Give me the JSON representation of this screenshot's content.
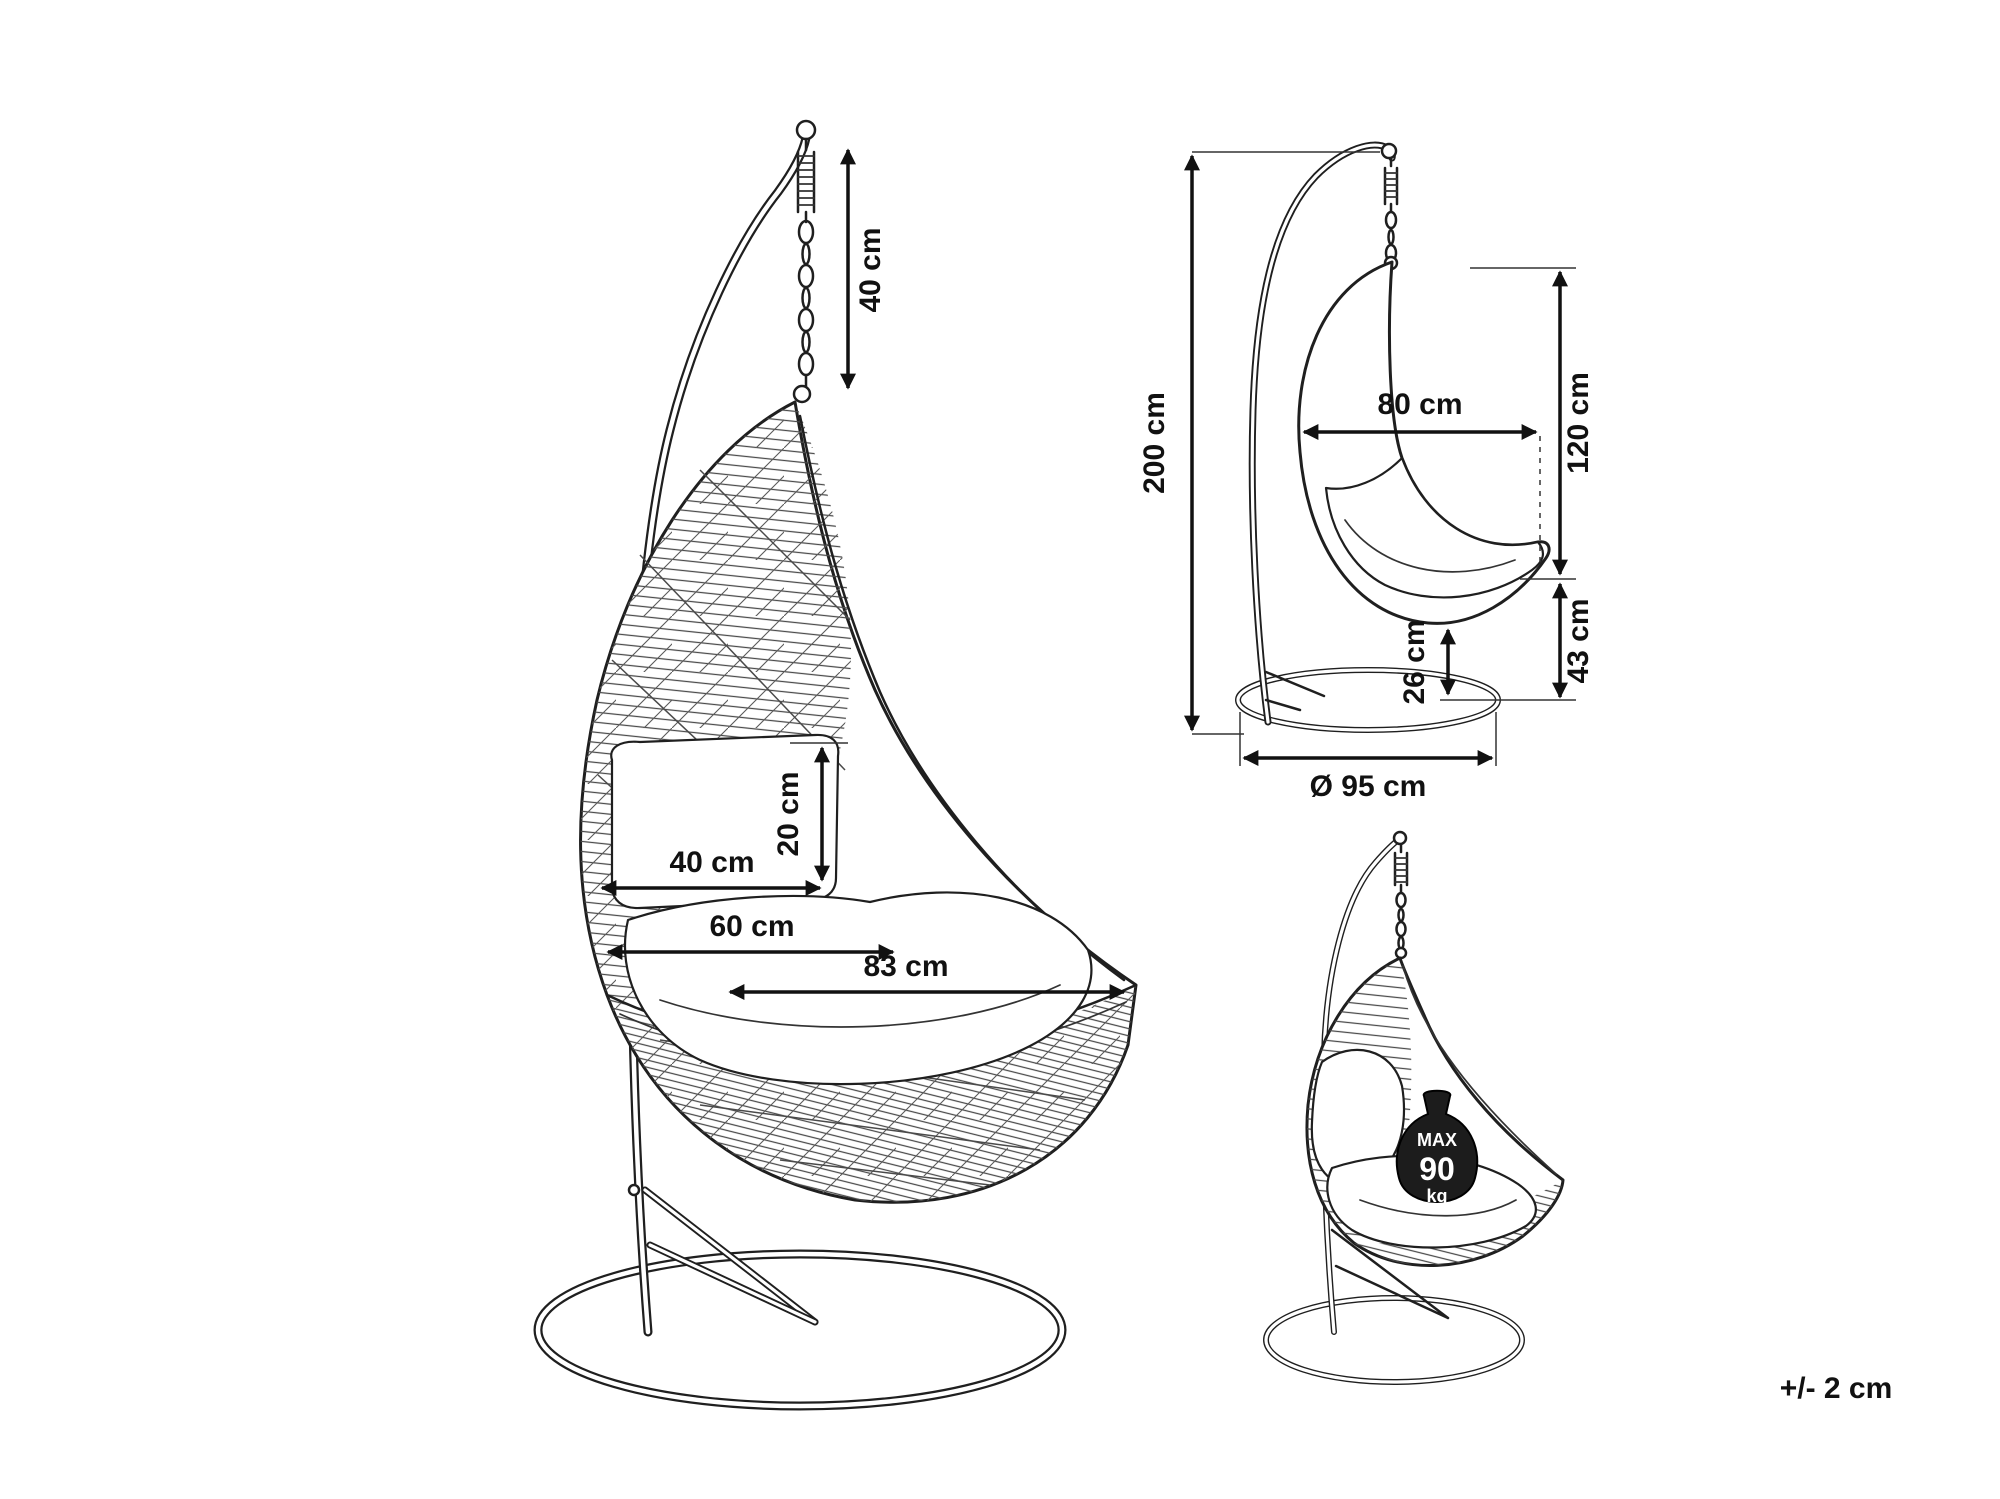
{
  "colors": {
    "ink": "#1a1a1a",
    "background": "#ffffff"
  },
  "tolerance_note": "+/- 2 cm",
  "main_view": {
    "dims": {
      "chain_length": "40 cm",
      "cushion_height": "20 cm",
      "cushion_width": "40 cm",
      "seat_width": "60 cm",
      "opening_width": "83 cm"
    }
  },
  "side_view": {
    "dims": {
      "total_height": "200 cm",
      "seat_depth": "80 cm",
      "chair_height": "120 cm",
      "ground_clearance": "43 cm",
      "seat_ground_clearance": "26 cm",
      "base_diameter": "Ø 95 cm"
    }
  },
  "load_view": {
    "max_label": "MAX",
    "max_value": "90",
    "max_unit": "kg"
  }
}
